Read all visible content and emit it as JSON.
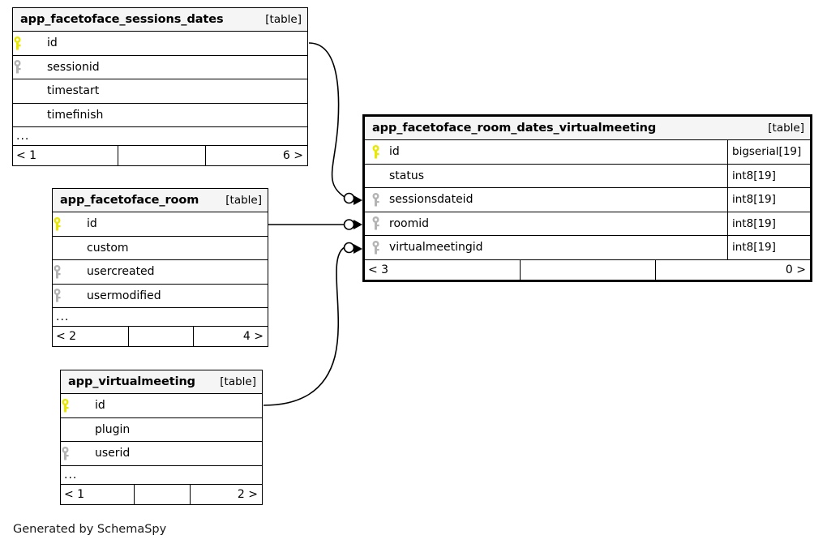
{
  "diagram": {
    "credit": "Generated by SchemaSpy",
    "kind_label": "[table]",
    "ellipsis": "...",
    "colors": {
      "primary_key": "#e8e800",
      "foreign_key": "#b4b4b4",
      "header_bg": "#f5f5f5",
      "border": "#000000",
      "background": "#ffffff"
    }
  },
  "tables": [
    {
      "id": "sessions_dates",
      "name": "app_facetoface_sessions_dates",
      "kind": "[table]",
      "focus": false,
      "columns": [
        {
          "name": "id",
          "key": "primary-key-icon",
          "type": ""
        },
        {
          "name": "sessionid",
          "key": "foreign-key-icon",
          "type": ""
        },
        {
          "name": "timestart",
          "key": "none",
          "type": ""
        },
        {
          "name": "timefinish",
          "key": "none",
          "type": ""
        }
      ],
      "footer": {
        "left": "< 1",
        "middle": "",
        "right": "6 >"
      }
    },
    {
      "id": "room",
      "name": "app_facetoface_room",
      "kind": "[table]",
      "focus": false,
      "columns": [
        {
          "name": "id",
          "key": "primary-key-icon",
          "type": ""
        },
        {
          "name": "custom",
          "key": "none",
          "type": ""
        },
        {
          "name": "usercreated",
          "key": "foreign-key-icon",
          "type": ""
        },
        {
          "name": "usermodified",
          "key": "foreign-key-icon",
          "type": ""
        }
      ],
      "footer": {
        "left": "< 2",
        "middle": "",
        "right": "4 >"
      }
    },
    {
      "id": "virtualmeeting",
      "name": "app_virtualmeeting",
      "kind": "[table]",
      "focus": false,
      "columns": [
        {
          "name": "id",
          "key": "primary-key-icon",
          "type": ""
        },
        {
          "name": "plugin",
          "key": "none",
          "type": ""
        },
        {
          "name": "userid",
          "key": "foreign-key-icon",
          "type": ""
        }
      ],
      "footer": {
        "left": "< 1",
        "middle": "",
        "right": "2 >"
      }
    },
    {
      "id": "room_dates_virtualmeeting",
      "name": "app_facetoface_room_dates_virtualmeeting",
      "kind": "[table]",
      "focus": true,
      "columns": [
        {
          "name": "id",
          "key": "primary-key-icon",
          "type": "bigserial[19]"
        },
        {
          "name": "status",
          "key": "none",
          "type": "int8[19]"
        },
        {
          "name": "sessionsdateid",
          "key": "foreign-key-icon",
          "type": "int8[19]"
        },
        {
          "name": "roomid",
          "key": "foreign-key-icon",
          "type": "int8[19]"
        },
        {
          "name": "virtualmeetingid",
          "key": "foreign-key-icon",
          "type": "int8[19]"
        }
      ],
      "footer": {
        "left": "< 3",
        "middle": "",
        "right": "0 >"
      }
    }
  ],
  "relationships": [
    {
      "from_table": "app_facetoface_sessions_dates",
      "from_column": "id",
      "to_table": "app_facetoface_room_dates_virtualmeeting",
      "to_column": "sessionsdateid"
    },
    {
      "from_table": "app_facetoface_room",
      "from_column": "id",
      "to_table": "app_facetoface_room_dates_virtualmeeting",
      "to_column": "roomid"
    },
    {
      "from_table": "app_virtualmeeting",
      "from_column": "id",
      "to_table": "app_facetoface_room_dates_virtualmeeting",
      "to_column": "virtualmeetingid"
    }
  ]
}
